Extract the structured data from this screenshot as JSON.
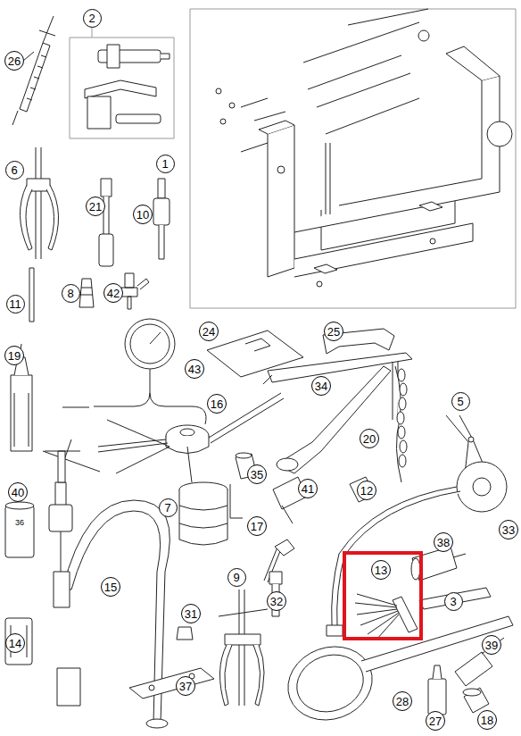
{
  "diagram": {
    "nodes": [
      {
        "text": [
          "2"
        ]
      },
      {
        "text": [
          "26"
        ]
      },
      {
        "text": [
          "1"
        ]
      },
      {
        "text": [
          "6"
        ]
      },
      {
        "text": [
          "21"
        ]
      },
      {
        "text": [
          "10"
        ]
      },
      {
        "text": [
          "8"
        ]
      },
      {
        "text": [
          "42"
        ]
      },
      {
        "text": [
          "11"
        ]
      },
      {
        "text": [
          "24"
        ]
      },
      {
        "text": [
          "25"
        ]
      },
      {
        "text": [
          "19"
        ]
      },
      {
        "text": [
          "43"
        ]
      },
      {
        "text": [
          "34"
        ]
      },
      {
        "text": [
          "5"
        ]
      },
      {
        "text": [
          "16"
        ]
      },
      {
        "text": [
          "20"
        ]
      },
      {
        "text": [
          "35"
        ]
      },
      {
        "text": [
          "41"
        ]
      },
      {
        "text": [
          "12"
        ]
      },
      {
        "text": [
          "40"
        ]
      },
      {
        "text": [
          "7"
        ]
      },
      {
        "text": [
          "17"
        ]
      },
      {
        "text": [
          "33"
        ]
      },
      {
        "text": [
          "38"
        ]
      },
      {
        "text": [
          "13"
        ]
      },
      {
        "text": [
          "9"
        ]
      },
      {
        "text": [
          "15"
        ]
      },
      {
        "text": [
          "32"
        ]
      },
      {
        "text": [
          "3"
        ]
      },
      {
        "text": [
          "31"
        ]
      },
      {
        "text": [
          "14"
        ]
      },
      {
        "text": [
          "39"
        ]
      },
      {
        "text": [
          "37"
        ]
      },
      {
        "text": [
          "28"
        ]
      },
      {
        "text": [
          "18"
        ]
      },
      {
        "text": [
          "27"
        ]
      }
    ],
    "labels": [
      "36"
    ]
  }
}
